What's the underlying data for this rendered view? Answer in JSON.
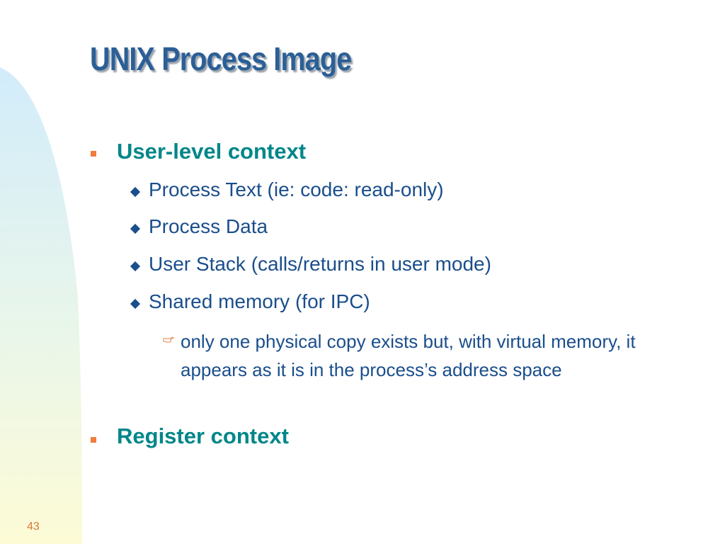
{
  "slide": {
    "title": "UNIX Process Image",
    "bullets": [
      {
        "text": "User-level context",
        "children": [
          {
            "text": "Process Text (ie: code: read-only)"
          },
          {
            "text": "Process Data"
          },
          {
            "text": "User Stack (calls/returns in user mode)"
          },
          {
            "text": "Shared memory (for IPC)",
            "children": [
              {
                "text": "only one physical copy exists but, with virtual memory, it appears as it is in the process’s address space"
              }
            ]
          }
        ]
      },
      {
        "text": "Register context"
      }
    ],
    "page_number": "43"
  },
  "colors": {
    "title": "#2b5f96",
    "level1": "#00868a",
    "level2": "#1a4e8c",
    "square_bullet": "#f07c3c",
    "page_number": "#d97a3a",
    "band_top": "#d2ecfb",
    "band_bottom": "#fdfbd6"
  },
  "icons": {
    "level1_bullet": "square-bullet-icon",
    "level2_bullet": "diamond-bullet-icon",
    "level3_bullet": "pointing-hand-icon"
  }
}
